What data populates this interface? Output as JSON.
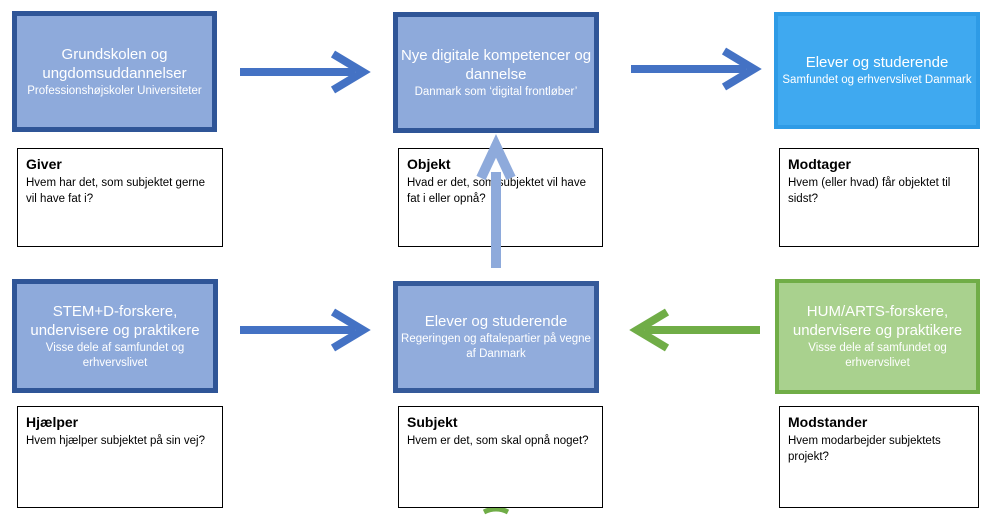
{
  "nodes": {
    "giver": {
      "title": "Grundskolen og ungdomsuddannelser",
      "sub": "Professionshøjskoler Universiteter"
    },
    "objekt": {
      "title": "Nye digitale kompetencer og dannelse",
      "sub": "Danmark som ‘digital frontløber’"
    },
    "modtager": {
      "title": "Elever og studerende",
      "sub": "Samfundet  og erhvervslivet Danmark"
    },
    "hjaelper": {
      "title": "STEM+D-forskere, undervisere og praktikere",
      "sub": "Visse dele af samfundet og erhvervslivet"
    },
    "subjekt": {
      "title": "Elever og studerende",
      "sub": "Regeringen og aftalepartier på vegne af Danmark"
    },
    "modstander": {
      "title": "HUM/ARTS-forskere, undervisere og praktikere",
      "sub": "Visse dele af samfundet og erhvervslivet"
    }
  },
  "labels": {
    "giver": {
      "heading": "Giver",
      "desc": "Hvem har det, som subjektet gerne vil have fat i?"
    },
    "objekt": {
      "heading": "Objekt",
      "desc": "Hvad er det, som subjektet vil have fat i eller opnå?"
    },
    "modtager": {
      "heading": "Modtager",
      "desc": "Hvem (eller hvad) får objektet til sidst?"
    },
    "hjaelper": {
      "heading": "Hjælper",
      "desc": "Hvem hjælper subjektet på sin vej?"
    },
    "subjekt": {
      "heading": "Subjekt",
      "desc": "Hvem er det, som skal opnå noget?"
    },
    "modstander": {
      "heading": "Modstander",
      "desc": "Hvem modarbejder subjektets projekt?"
    }
  },
  "colors": {
    "blue_arrow": "#4472c4",
    "up_arrow": "#8eaadb",
    "green_arrow": "#70ad47"
  }
}
